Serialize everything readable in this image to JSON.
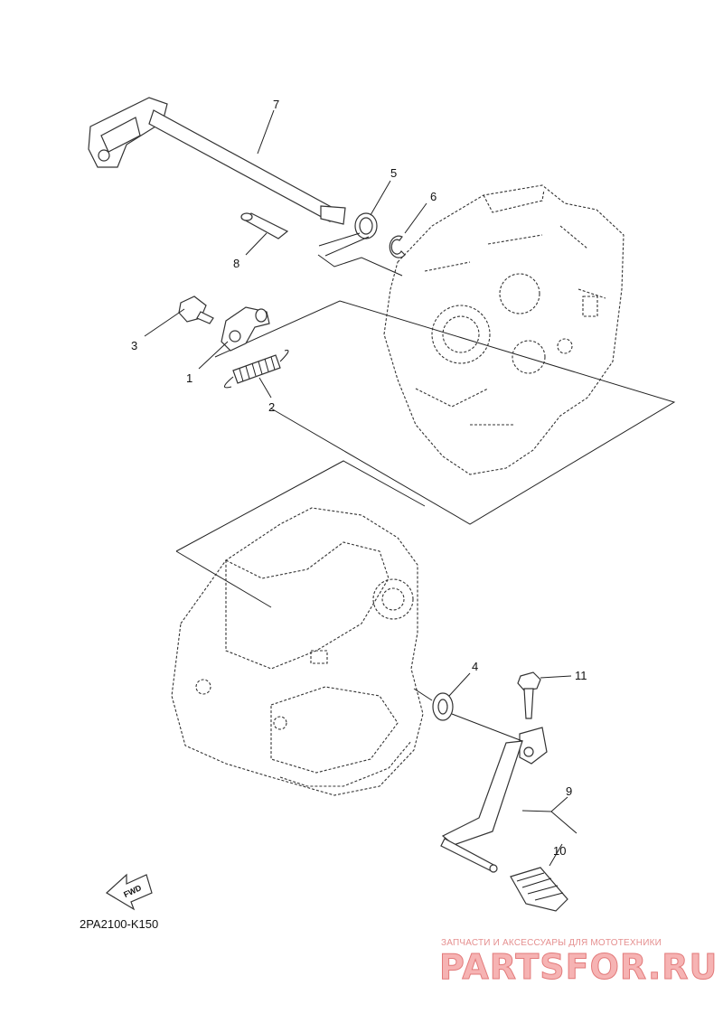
{
  "callouts": {
    "c1": "1",
    "c2": "2",
    "c3": "3",
    "c4": "4",
    "c5": "5",
    "c6": "6",
    "c7": "7",
    "c8": "8",
    "c9": "9",
    "c10": "10",
    "c11": "11"
  },
  "fwd_arrow": {
    "label": "FWD"
  },
  "diagram_code": "2PA2100-K150",
  "watermark": {
    "subtitle": "ЗАПЧАСТИ И АКСЕССУАРЫ ДЛЯ МОТОТЕХНИКИ",
    "brand": "PARTSFOR.RU"
  }
}
